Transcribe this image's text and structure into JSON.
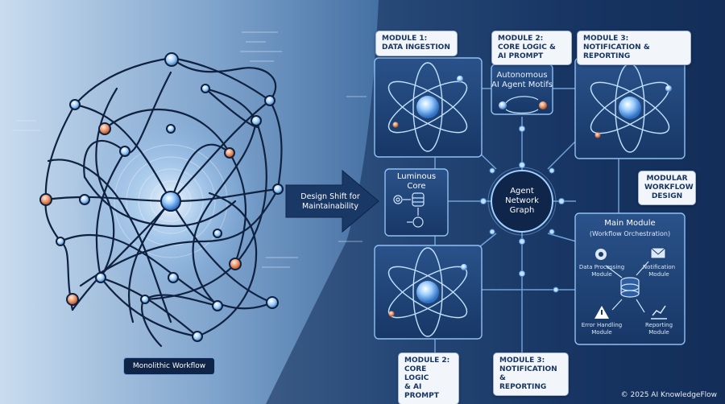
{
  "left": {
    "label": "Monolithic Workflow"
  },
  "arrow": {
    "label": "Design Shift for\nMaintainability"
  },
  "modules_top": [
    {
      "label": "Module 1:\nData Ingestion"
    },
    {
      "label": "Module 2:\nCore Logic &\nAI Prompt"
    },
    {
      "label": "Module 3:\nNotification & Reporting"
    }
  ],
  "motifs": {
    "title": "Autonomous AI\nAgent Motifs"
  },
  "luminous": {
    "title": "Luminous\nCore"
  },
  "agent_graph": {
    "title": "Agent\nNetwork\nGraph"
  },
  "modular_design": {
    "label": "Modular\nWorkflow\nDesign"
  },
  "main_module": {
    "title": "Main Module",
    "subtitle": "(Workflow Orchestration)",
    "items": [
      {
        "label": "Data Processing\nModule",
        "icon": "gear-icon"
      },
      {
        "label": "Notification\nModule",
        "icon": "envelope-icon"
      },
      {
        "label": "Error Handling\nModule",
        "icon": "warning-icon"
      },
      {
        "label": "Reporting\nModule",
        "icon": "chart-icon"
      }
    ]
  },
  "modules_bottom": [
    {
      "label": "Module 2:\nCore Logic\n& AI Prompt"
    },
    {
      "label": "Module 3:\nNotification &\nReporting"
    }
  ],
  "footer": {
    "copyright": "© 2025 AI KnowledgeFlow"
  },
  "colors": {
    "node_blue": "#8fc4f5",
    "node_orange": "#e58a5c",
    "tangle": "#0f2140",
    "panel": "#1a3a6b"
  }
}
